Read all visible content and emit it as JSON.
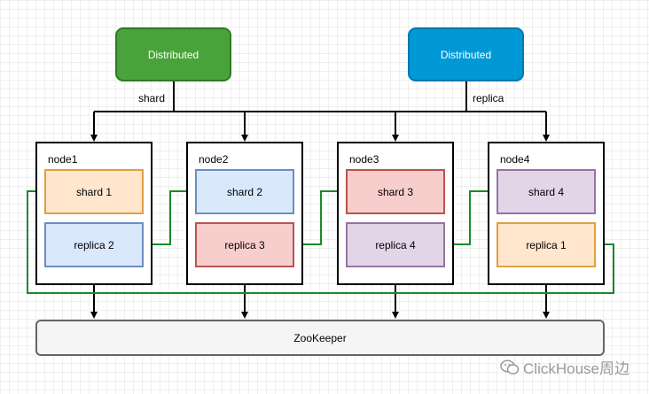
{
  "distributed_left": {
    "label": "Distributed",
    "fill": "#4aa33a",
    "stroke": "#2d7a22"
  },
  "distributed_right": {
    "label": "Distributed",
    "fill": "#0099d6",
    "stroke": "#0077b0"
  },
  "edge_labels": {
    "shard": "shard",
    "replica": "replica"
  },
  "nodes": [
    {
      "label": "node1",
      "top": {
        "label": "shard 1",
        "color": "orange"
      },
      "bottom": {
        "label": "replica 2",
        "color": "blue"
      }
    },
    {
      "label": "node2",
      "top": {
        "label": "shard 2",
        "color": "blue"
      },
      "bottom": {
        "label": "replica 3",
        "color": "red"
      }
    },
    {
      "label": "node3",
      "top": {
        "label": "shard 3",
        "color": "red"
      },
      "bottom": {
        "label": "replica 4",
        "color": "purple"
      }
    },
    {
      "label": "node4",
      "top": {
        "label": "shard 4",
        "color": "purple"
      },
      "bottom": {
        "label": "replica 1",
        "color": "orange"
      }
    }
  ],
  "colors": {
    "orange": {
      "fill": "#ffe6cc",
      "stroke": "#e0a040"
    },
    "blue": {
      "fill": "#dae8fc",
      "stroke": "#6c8ebf"
    },
    "red": {
      "fill": "#f8cecc",
      "stroke": "#b85450"
    },
    "purple": {
      "fill": "#e1d5e7",
      "stroke": "#9673a6"
    },
    "connector": "#1a8a2a"
  },
  "zookeeper": {
    "label": "ZooKeeper"
  },
  "watermark": {
    "text": "ClickHouse周边",
    "icon": "wechat-icon"
  }
}
